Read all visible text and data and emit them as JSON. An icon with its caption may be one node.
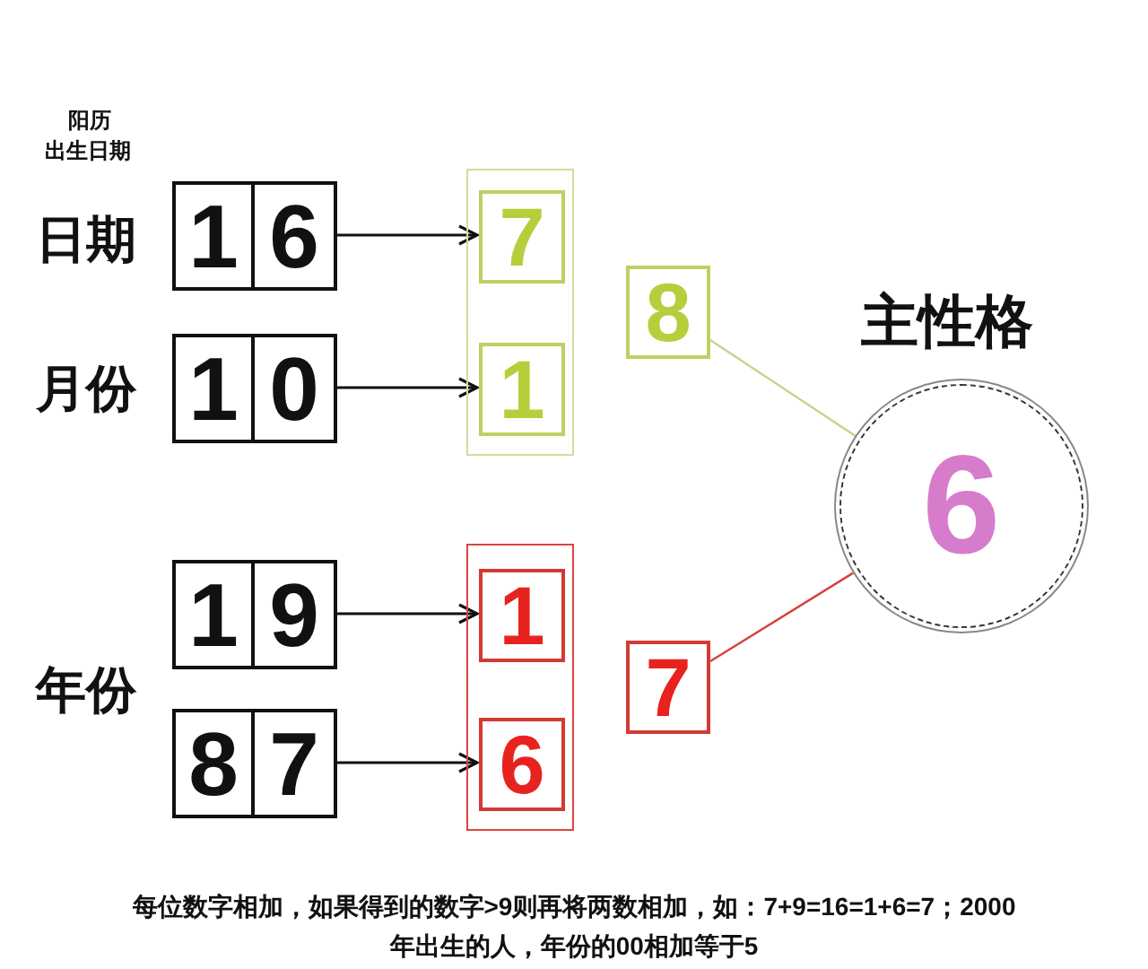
{
  "diagram": {
    "caption": "每位数字相加，如果得到的数字>9则再将两数相加，如：7+9=16=1+6=7；2000年出生的人，年份的00相加等于5",
    "nodes": [
      {
        "text": [
          "1",
          "6"
        ]
      },
      {
        "text": [
          "1",
          "0"
        ]
      },
      {
        "text": [
          "1",
          "9"
        ]
      },
      {
        "text": [
          "8",
          "7"
        ]
      },
      {
        "text": [],
        "shape": "box"
      },
      {
        "text": [
          "7"
        ],
        "in": 4
      },
      {
        "text": [
          "1"
        ],
        "in": 4
      },
      {
        "text": [],
        "shape": "box"
      },
      {
        "text": [
          "1"
        ],
        "in": 7
      },
      {
        "text": [
          "6"
        ],
        "in": 7
      },
      {
        "text": [
          "8"
        ]
      },
      {
        "text": [
          "7"
        ]
      },
      {
        "text": [
          "主性格",
          "6"
        ]
      }
    ],
    "edges": [
      {
        "from": 0,
        "to": 5,
        "arrow": "to"
      },
      {
        "from": 1,
        "to": 6,
        "arrow": "to"
      },
      {
        "from": 2,
        "to": 8,
        "arrow": "to"
      },
      {
        "from": 3,
        "to": 9,
        "arrow": "to"
      },
      {
        "from": 10,
        "to": 12,
        "arrow": "none",
        "color": "#c3d68a"
      },
      {
        "from": 11,
        "to": 12,
        "arrow": "none",
        "color": "#d9403a"
      }
    ],
    "labels": [
      "阳历",
      "出生日期",
      "日期",
      "月份",
      "年份"
    ]
  }
}
